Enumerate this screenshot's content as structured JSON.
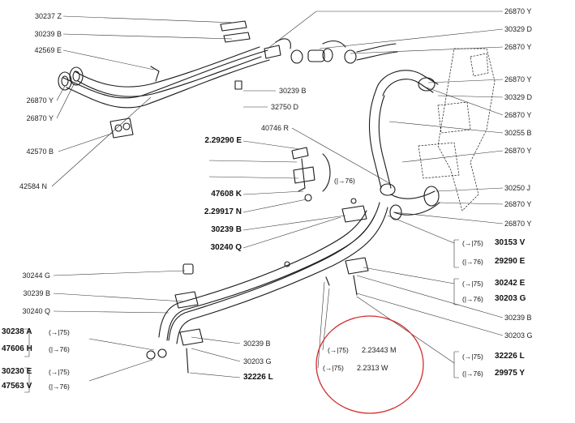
{
  "labels": {
    "r_26870y_1": "26870  Y",
    "r_30329d_1": "30329  D",
    "r_26870y_2": "26870  Y",
    "r_26870y_3": "26870  Y",
    "r_30329d_2": "30329  D",
    "r_26870y_4": "26870  Y",
    "r_30255b": "30255  B",
    "r_26870y_5": "26870  Y",
    "r_30250j": "30250  J",
    "r_26870y_6": "26870  Y",
    "r_26870y_7": "26870  Y",
    "r_30239b": "30239  B",
    "r_30203g": "30203  G",
    "l_30237z": "30237  Z",
    "l_30239b_1": "30239  B",
    "l_42569e": "42569  E",
    "l_26870y_1": "26870  Y",
    "l_26870y_2": "26870  Y",
    "l_42570b": "42570  B",
    "l_42584n": "42584  N",
    "c_30239b": "30239  B",
    "c_32750d": "32750  D",
    "c_40746r": "40746  R",
    "c_229290e": "2.29290  E",
    "c_47608k": "47608  K",
    "c_229917n": "2.29917  N",
    "c_30239b_2": "30239  B",
    "c_30240q": "30240  Q",
    "l_30244g": "30244  G",
    "l_30239b_2": "30239  B",
    "l_30240q": "30240  Q",
    "l_30238a": "30238  A",
    "l_47606h": "47606  H",
    "l_30230e": "30230  E",
    "l_47563v": "47563  V",
    "b_30239b": "30239  B",
    "b_30203g": "30203  G",
    "b_32226l": "32226  L",
    "m_223443m": "2.23443  M",
    "m_22313w": "2.2313  W",
    "p_30153v": "30153  V",
    "p_29290e": "29290  E",
    "p_30242e": "30242  E",
    "p_30203g": "30203  G",
    "p_32226l": "32226  L",
    "p_29975y": "29975  Y",
    "range_to75": "(→|75)",
    "range_from76": "(|→76)"
  },
  "colors": {
    "ink": "#1a1a1a",
    "highlight_circle": "#d42a2a",
    "paper": "#ffffff"
  }
}
